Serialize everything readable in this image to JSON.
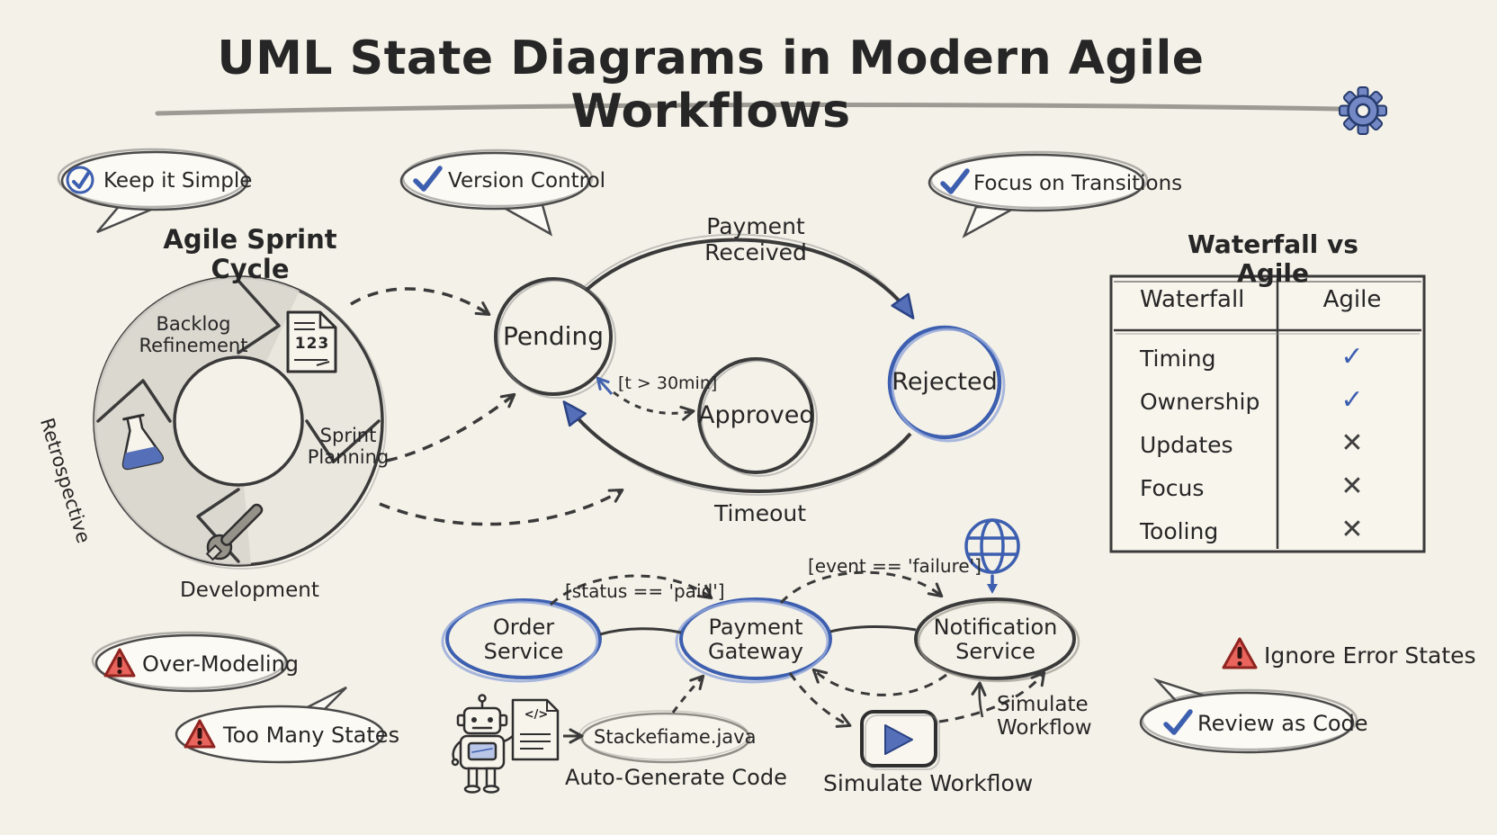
{
  "title": {
    "text": "UML State Diagrams in Modern Agile Workflows"
  },
  "colors": {
    "background": "#f4f1e8",
    "ink": "#3a3a3a",
    "accent_blue": "#3d5fb0",
    "warning_red": "#e8645c",
    "pencil_shade": "#d9d6ce"
  },
  "icons": {
    "gear-icon": "⚙",
    "check-icon": "✓",
    "circled-check-icon": "✓",
    "warning-icon": "⚠",
    "globe-icon": "🌐",
    "robot-icon": "🤖",
    "wrench-icon": "🔧",
    "flask-icon": "⚗",
    "document-icon": "📄",
    "code-file-icon": "</>",
    "play-icon": "▶"
  },
  "tips": {
    "keep_it_simple": {
      "label": "Keep it Simple"
    },
    "version_control": {
      "label": "Version Control"
    },
    "focus_on_transitions": {
      "label": "Focus on Transitions"
    },
    "review_as_code": {
      "label": "Review as Code"
    }
  },
  "pitfalls": {
    "over_modeling": {
      "label": "Over-Modeling"
    },
    "too_many_states": {
      "label": "Too Many States"
    },
    "ignore_error_states": {
      "label": "Ignore Error States"
    }
  },
  "sprint_cycle": {
    "heading": "Agile Sprint Cycle",
    "phases": {
      "backlog_refinement": "Backlog Refinement",
      "sprint_planning": "Sprint Planning",
      "development": "Development",
      "retrospective": "Retrospective"
    },
    "document_icon_text": "123"
  },
  "state_machine": {
    "states": {
      "pending": "Pending",
      "approved": "Approved",
      "rejected": "Rejected"
    },
    "transitions": {
      "payment_received": "Payment Received",
      "retry_guard": "[t > 30min]",
      "timeout": "Timeout"
    }
  },
  "comparison": {
    "heading": "Waterfall vs Agile",
    "columns": [
      "Waterfall",
      "Agile"
    ],
    "rows": [
      {
        "label": "Timing",
        "mark": "✓",
        "mark_style": "color:#3d5fb0"
      },
      {
        "label": "Ownership",
        "mark": "✓",
        "mark_style": "color:#3d5fb0"
      },
      {
        "label": "Updates",
        "mark": "✕",
        "mark_style": "color:#3f3f3f"
      },
      {
        "label": "Focus",
        "mark": "✕",
        "mark_style": "color:#3f3f3f"
      },
      {
        "label": "Tooling",
        "mark": "✕",
        "mark_style": "color:#3f3f3f"
      }
    ]
  },
  "services": {
    "order": "Order Service",
    "payment_gateway": "Payment Gateway",
    "notification": "Notification Service",
    "paid_guard": "[status == 'paid']",
    "failure_guard": "[event == 'failure']"
  },
  "codegen": {
    "code_glyph": "</>",
    "file_name": "Stackefiame.java",
    "caption": "Auto-Generate Code"
  },
  "simulation": {
    "caption": "Simulate Workflow",
    "side_caption": "Simulate Workflow"
  }
}
